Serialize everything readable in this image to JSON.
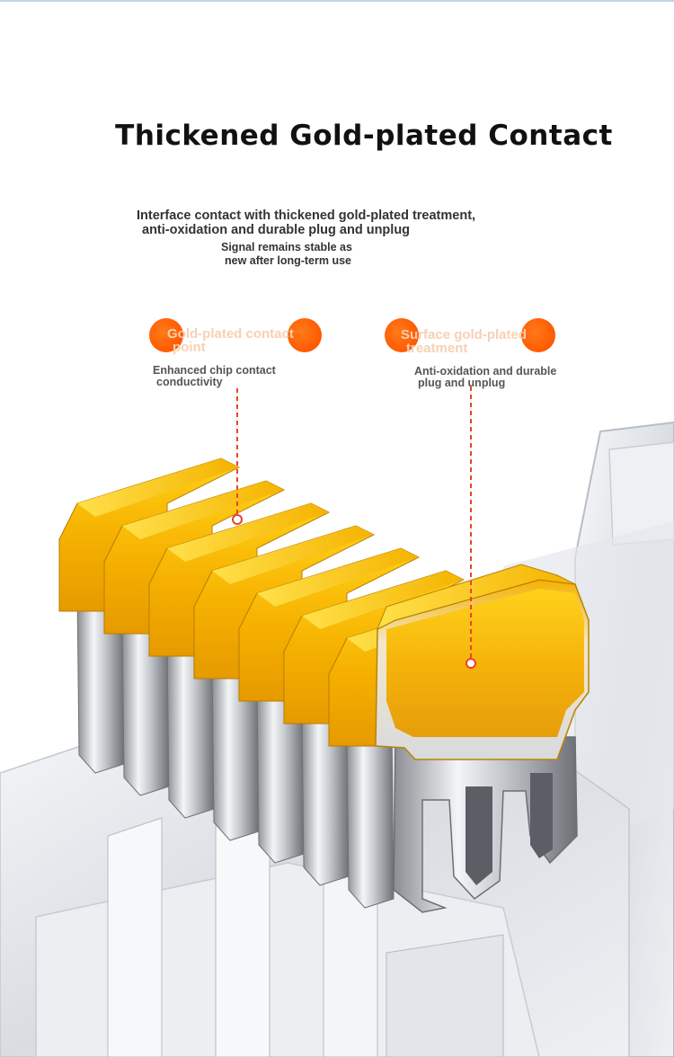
{
  "title": "Thickened Gold-plated Contact",
  "description": {
    "line1": "Interface contact with thickened gold-plated treatment,",
    "line2": "anti-oxidation and durable plug and unplug",
    "stable_line1": "Signal remains stable as",
    "stable_line2": "new after long-term use"
  },
  "callouts": [
    {
      "title_line1": "Gold-plated contact",
      "title_line2": "point",
      "sub_line1": "Enhanced chip contact",
      "sub_line2": "conductivity"
    },
    {
      "title_line1": "Surface gold-plated",
      "title_line2": "treatment",
      "sub_line1": "Anti-oxidation and durable",
      "sub_line2": "plug and unplug"
    }
  ],
  "colors": {
    "accent": "#ff5a00",
    "gold": "#f6b800",
    "leader": "#e8442a"
  },
  "image": {
    "subject": "rj45-connector-gold-contacts"
  }
}
